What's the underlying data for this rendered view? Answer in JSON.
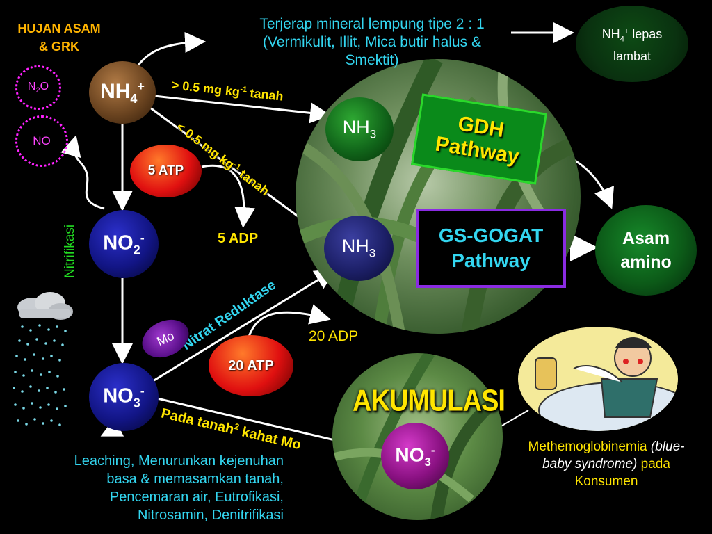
{
  "header": {
    "hujan_line1": "HUJAN ASAM",
    "hujan_line2": "& GRK",
    "terjerap_line1": "Terjerap mineral lempung tipe 2 : 1",
    "terjerap_line2": "(Vermikulit, Illit, Mica butir halus &",
    "terjerap_line3": "Smektit)",
    "lepas_ion": "NH",
    "lepas_sub": "4",
    "lepas_sup": "+",
    "lepas_text": "lepas",
    "lepas_line2": "lambat"
  },
  "nodes": {
    "n2o_main": "N",
    "n2o_sub": "2",
    "n2o_end": "O",
    "no": "NO",
    "nh4_main": "NH",
    "nh4_sub": "4",
    "nh4_sup": "+",
    "no2_main": "NO",
    "no2_sub": "2",
    "no2_sup": "-",
    "no3_main": "NO",
    "no3_sub": "3",
    "no3_sup": "-",
    "nh3_top_main": "NH",
    "nh3_top_sub": "3",
    "nh3_mid_main": "NH",
    "nh3_mid_sub": "3",
    "no3_acc_main": "NO",
    "no3_acc_sub": "3",
    "no3_acc_sup": "-",
    "mo": "Mo",
    "atp5": "5 ATP",
    "atp20": "20 ATP",
    "asam_line1": "Asam",
    "asam_line2": "amino"
  },
  "labels": {
    "nitrifikasi": "Nitrifikasi",
    "gt_pre": "> 0.5 mg kg",
    "gt_sup": "-1",
    "gt_post": " tanah",
    "lt_pre": "< 0.5 mg kg",
    "lt_sup": "-1",
    "lt_post": " tanah",
    "adp5": "5 ADP",
    "adp20": "20 ADP",
    "nitrat_reduktase": "Nitrat Reduktase",
    "pada_tanah_pre": "Pada tanah",
    "pada_tanah_sup": "2",
    "pada_tanah_post": " kahat Mo",
    "akumulasi": "AKUMULASI"
  },
  "pathways": {
    "gdh_line1": "GDH",
    "gdh_line2": "Pathway",
    "gs_line1": "GS-GOGAT",
    "gs_line2": "Pathway"
  },
  "bottom": {
    "leach_line1": "Leaching, Menurunkan kejenuhan",
    "leach_line2": "basa & memasamkan tanah,",
    "leach_line3": "Pencemaran air, Eutrofikasi,",
    "leach_line4": "Nitrosamin, Denitrifikasi",
    "meth_a": "Methemoglobinemia ",
    "meth_b": "(blue-",
    "meth_c": "baby syndrome)",
    "meth_d": " pada",
    "meth_e": "Konsumen"
  },
  "colors": {
    "cyan": "#33d6f0",
    "yellow": "#ffe500",
    "gdh_box": "#0a8a1a",
    "gs_box": "#8a2be2",
    "nitrifikasi": "#22dd22",
    "n_oxide_border": "#ff22ff"
  }
}
